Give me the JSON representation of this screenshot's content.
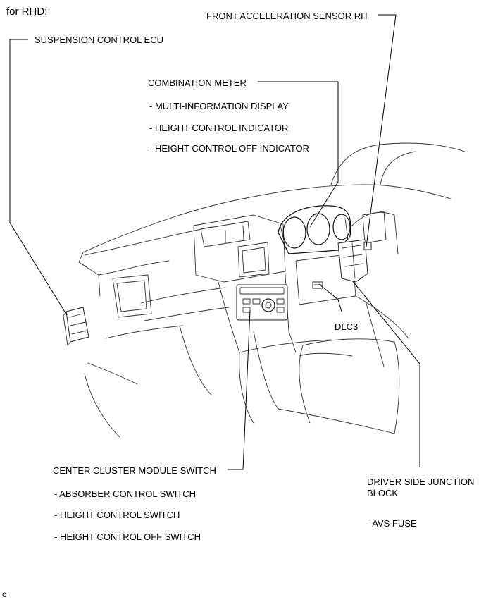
{
  "header": "for RHD:",
  "labels": {
    "front_accel_sensor": "FRONT ACCELERATION SENSOR RH",
    "suspension_ecu": "SUSPENSION CONTROL ECU",
    "combination_meter": "COMBINATION METER",
    "meter_items": [
      "- MULTI-INFORMATION DISPLAY",
      "- HEIGHT CONTROL INDICATOR",
      "- HEIGHT CONTROL OFF INDICATOR"
    ],
    "dlc3": "DLC3",
    "center_cluster": "CENTER CLUSTER MODULE SWITCH",
    "cluster_items": [
      "- ABSORBER CONTROL SWITCH",
      "- HEIGHT CONTROL SWITCH",
      "- HEIGHT CONTROL OFF SWITCH"
    ],
    "junction_block_line1": "DRIVER SIDE JUNCTION",
    "junction_block_line2": "BLOCK",
    "junction_items": [
      "- AVS FUSE"
    ]
  },
  "footer_mark": "o"
}
